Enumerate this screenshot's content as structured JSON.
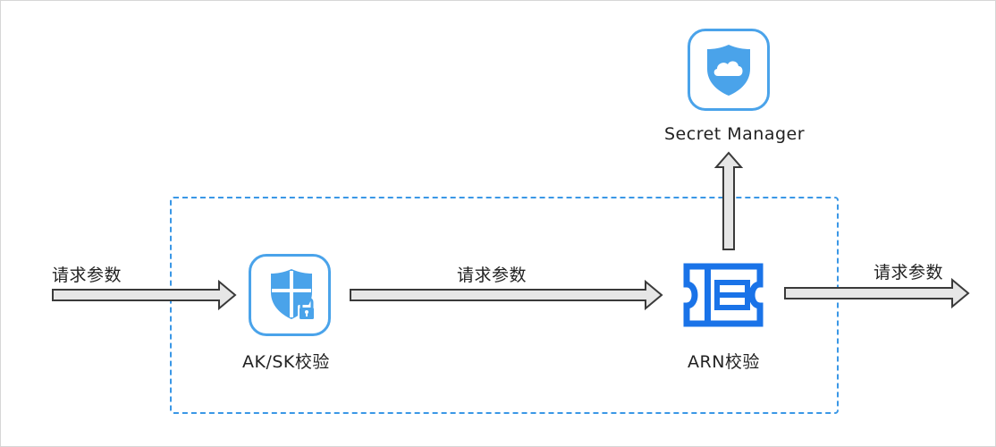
{
  "labels": {
    "input_left": "请求参数",
    "middle": "请求参数",
    "output_right": "请求参数",
    "aksk": "AK/SK校验",
    "arn": "ARN校验",
    "secret_manager": "Secret Manager"
  },
  "icons": {
    "aksk": "shield-lock-icon",
    "arn": "arn-ticket-icon",
    "secret_manager": "cloud-shield-icon"
  },
  "colors": {
    "accent_blue": "#3a97e6",
    "icon_blue": "#4aa3ea",
    "arn_blue": "#1a73e8",
    "arrow_fill": "#e6e6e6",
    "arrow_stroke": "#3a3a3a"
  }
}
